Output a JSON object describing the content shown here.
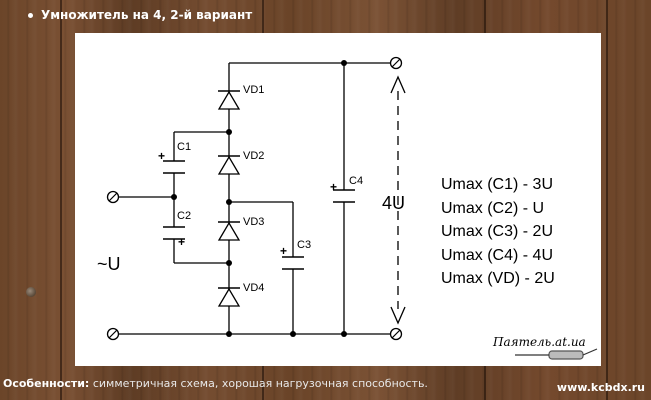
{
  "header": {
    "title": "Умножитель на 4, 2-й вариант"
  },
  "diagram": {
    "diodes": [
      "VD1",
      "VD2",
      "VD3",
      "VD4"
    ],
    "capacitors": [
      "C1",
      "C2",
      "C3",
      "C4"
    ],
    "plus_sign": "+",
    "input_label": "~U",
    "output_label": "4U",
    "umax": [
      "Umax (C1)  - 3U",
      "Umax (C2)  - U",
      "Umax (C3)  - 2U",
      "Umax (C4)  - 4U",
      "Umax (VD)  - 2U"
    ],
    "logo": "Паятель.at.ua"
  },
  "footer": {
    "label": "Особенности:",
    "text": " симметричная схема, хорошая нагрузочная способность.",
    "site": "www.kcbdx.ru"
  },
  "colors": {
    "background": "#6b4529",
    "panel": "#ffffff",
    "ink": "#000000",
    "header_text": "#ffffff"
  }
}
